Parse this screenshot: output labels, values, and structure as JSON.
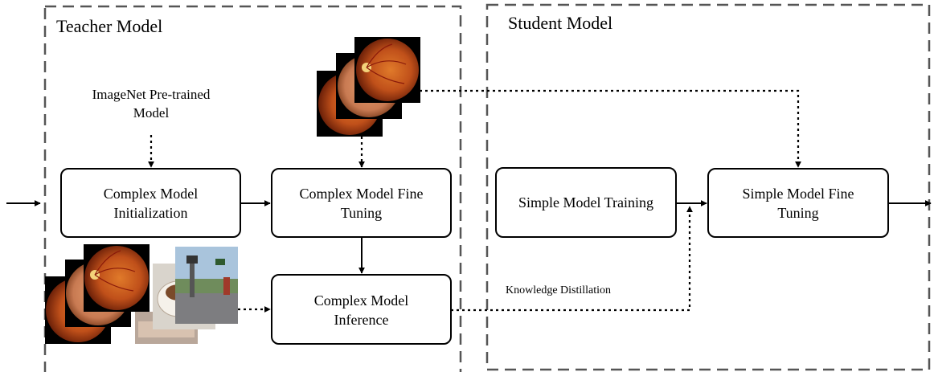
{
  "teacher": {
    "title": "Teacher Model",
    "pretrained": [
      "ImageNet Pre-trained",
      "Model"
    ],
    "init_box": [
      "Complex Model",
      "Initialization"
    ],
    "finetune_box": [
      "Complex Model Fine",
      "Tuning"
    ],
    "inference_box": [
      "Complex Model",
      "Inference"
    ]
  },
  "student": {
    "title": "Student Model",
    "training_box": "Simple Model Training",
    "finetune_box": [
      "Simple Model Fine",
      "Tuning"
    ]
  },
  "distillation_label": "Knowledge Distillation"
}
